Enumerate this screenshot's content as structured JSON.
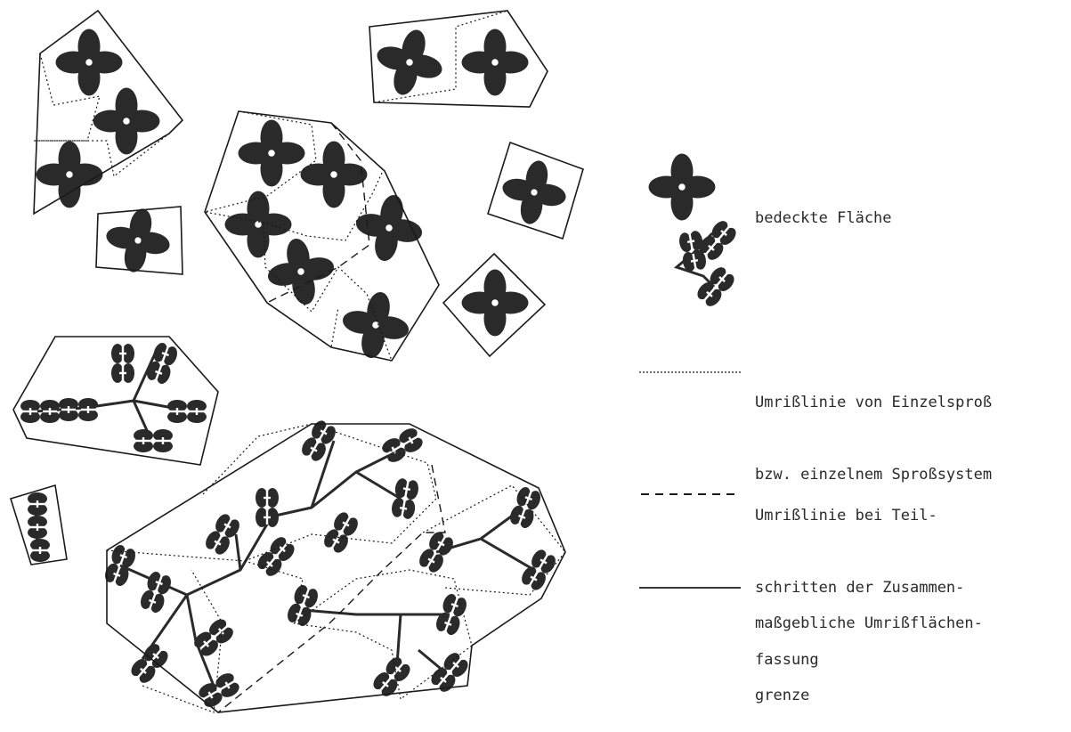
{
  "colors": {
    "ink": "#2a2a2a",
    "outline": "#1a1a1a",
    "background": "#ffffff"
  },
  "legend": {
    "covered_area": "bedeckte Fläche",
    "single_outline_line1": "Umrißlinie von Einzelsproß",
    "single_outline_line2": "bzw. einzelnem Sproßsystem",
    "partial_outline_line1": "Umrißlinie bei Teil-",
    "partial_outline_line2": "schritten der Zusammen-",
    "partial_outline_line3": "fassung",
    "decisive_outline_line1": "maßgebliche Umrißflächen-",
    "decisive_outline_line2": "grenze"
  },
  "line_styles": {
    "single": "dotted",
    "partial": "dashed",
    "decisive": "solid"
  },
  "icons": {
    "rosette": "four-petal-rosette-icon",
    "shoot": "branched-shoot-icon"
  }
}
